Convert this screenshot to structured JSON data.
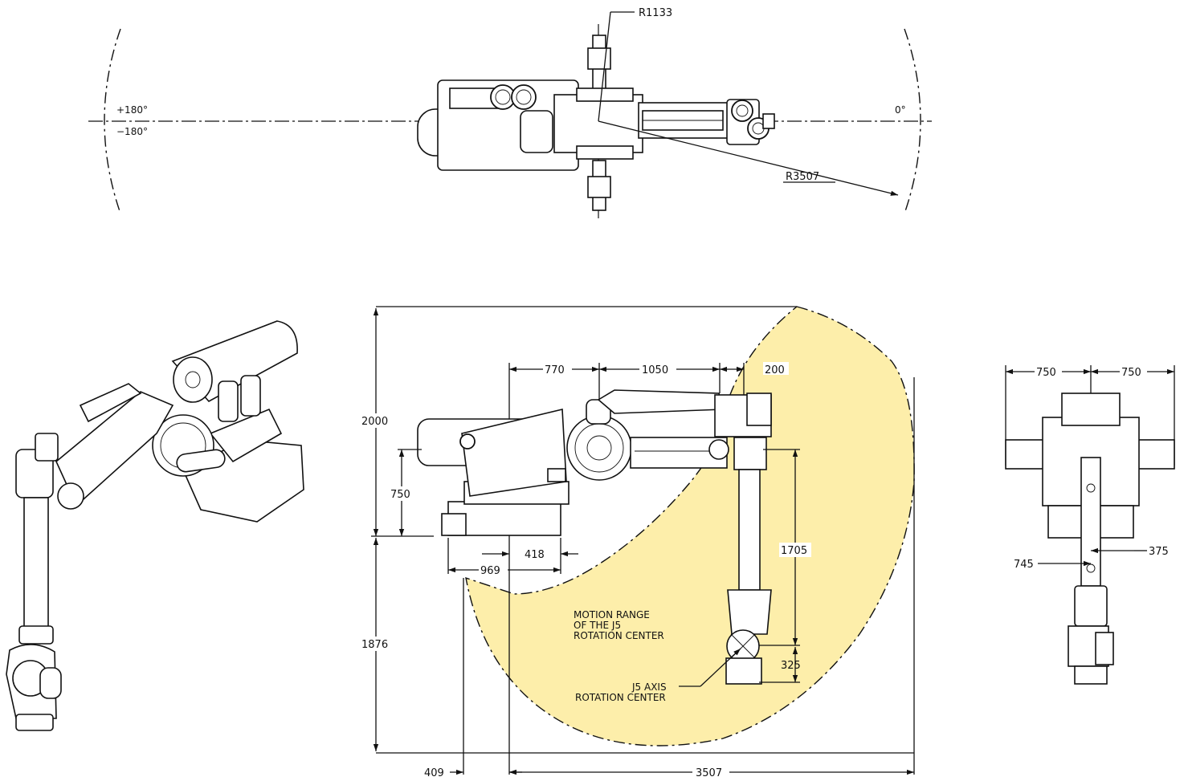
{
  "colors": {
    "line": "#111111",
    "motion_range_fill": "#fdeeaa",
    "background": "#ffffff"
  },
  "top_view": {
    "angle_pos": "+180°",
    "angle_neg": "−180°",
    "angle_zero": "0°",
    "radius_inner": "R1133",
    "radius_outer": "R3507"
  },
  "side_view": {
    "dim_770": "770",
    "dim_1050": "1050",
    "dim_200": "200",
    "dim_2000": "2000",
    "dim_750": "750",
    "dim_418": "418",
    "dim_969": "969",
    "dim_1705": "1705",
    "dim_325": "325",
    "dim_1876": "1876",
    "dim_409": "409",
    "dim_3507": "3507",
    "motion_range_label": [
      "MOTION RANGE",
      "OF THE J5",
      "ROTATION CENTER"
    ],
    "j5_axis_label": [
      "J5 AXIS",
      "ROTATION CENTER"
    ]
  },
  "front_view": {
    "dim_750_left": "750",
    "dim_750_right": "750",
    "dim_745": "745",
    "dim_375": "375"
  }
}
